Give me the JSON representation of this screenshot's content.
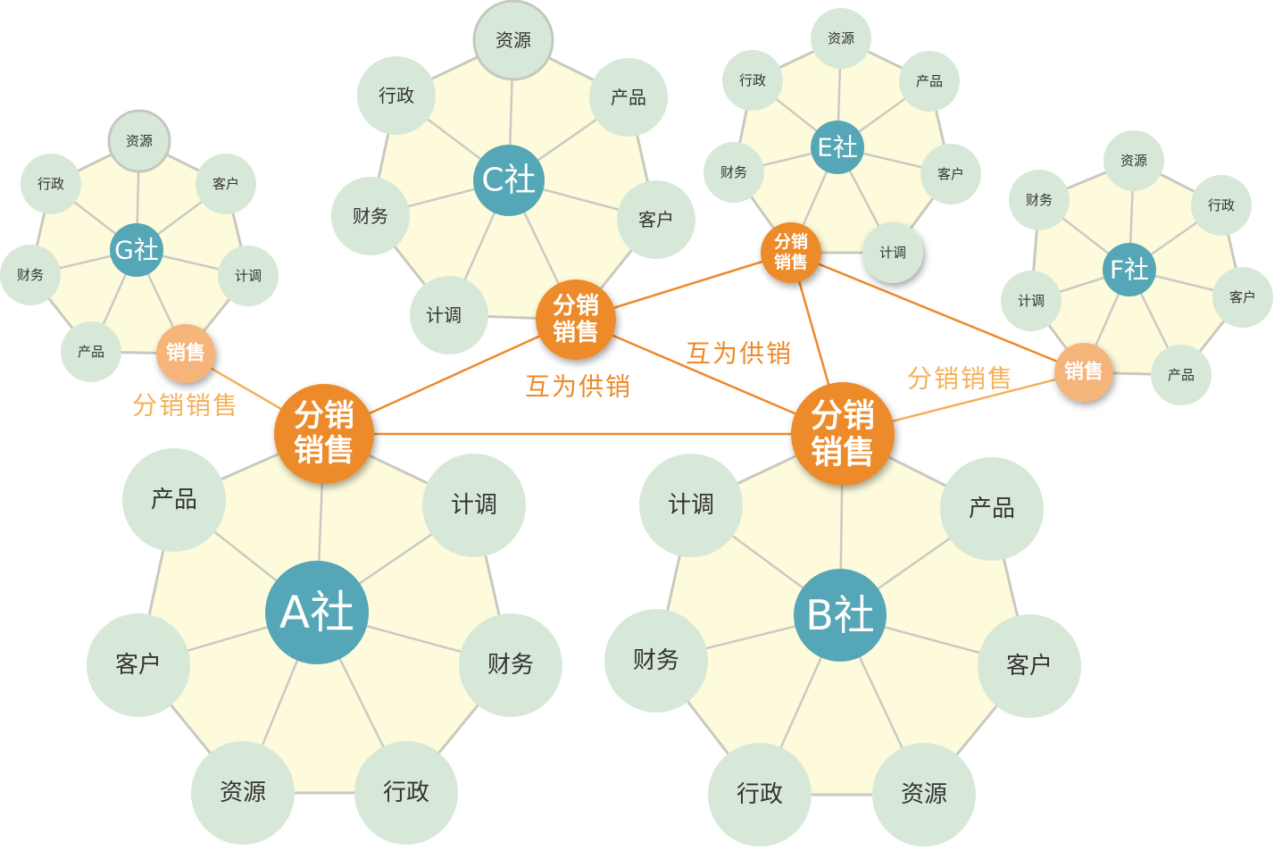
{
  "clusters": [
    {
      "id": "A",
      "center": "A社",
      "sales_label": [
        "分销",
        "销售"
      ],
      "nodes": [
        "产品",
        "计调",
        "财务",
        "行政",
        "资源",
        "客户"
      ]
    },
    {
      "id": "B",
      "center": "B社",
      "sales_label": [
        "分销",
        "销售"
      ],
      "nodes": [
        "产品",
        "客户",
        "资源",
        "行政",
        "财务",
        "计调"
      ]
    },
    {
      "id": "C",
      "center": "C社",
      "sales_label": [
        "分销",
        "销售"
      ],
      "nodes": [
        "产品",
        "客户",
        "计调",
        "财务",
        "行政",
        "资源"
      ]
    },
    {
      "id": "E",
      "center": "E社",
      "sales_label": [
        "分销",
        "销售"
      ],
      "nodes": [
        "产品",
        "客户",
        "计调",
        "财务",
        "行政",
        "资源"
      ]
    },
    {
      "id": "F",
      "center": "F社",
      "sales_label": [
        "销售"
      ],
      "nodes": [
        "行政",
        "客户",
        "产品",
        "计调",
        "财务",
        "资源"
      ]
    },
    {
      "id": "G",
      "center": "G社",
      "sales_label": [
        "销售"
      ],
      "nodes": [
        "客户",
        "计调",
        "产品",
        "财务",
        "行政",
        "资源"
      ]
    }
  ],
  "edge_labels": {
    "mutual_1": "互为供销",
    "mutual_2": "互为供销",
    "dist_left": "分销销售",
    "dist_right": "分销销售"
  },
  "colors": {
    "node_fill": "#d8e8d8",
    "center_fill": "#55a6b6",
    "sales_main": "#ed8a2a",
    "sales_light": "#f5b47a",
    "background_shape": "#fdfbdc",
    "label_orange": "#ed8a2a",
    "label_light_orange": "#f5b05a"
  }
}
